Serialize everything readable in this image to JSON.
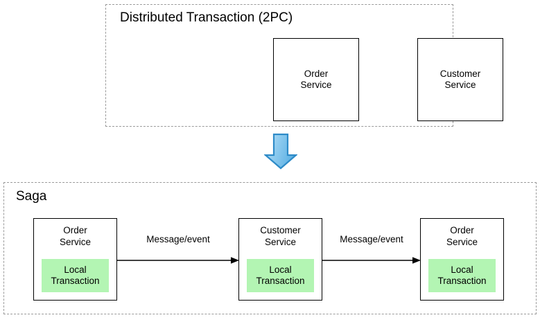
{
  "diagram": {
    "title_2pc": "Distributed Transaction (2PC)",
    "title_saga": "Saga",
    "colors": {
      "local_transaction_fill": "#b3f5b3",
      "arrow_blue_light": "#a8d8f5",
      "arrow_blue_mid": "#6cb8e8",
      "arrow_blue_border": "#2e8bc8",
      "box_border": "#000000",
      "group_border": "#9a9a9a",
      "background": "#ffffff"
    },
    "groups": [
      {
        "name": "distributed-transaction-2pc",
        "label": "Distributed Transaction (2PC)",
        "services": [
          {
            "name": "order-service",
            "label": "Order\nService"
          },
          {
            "name": "customer-service",
            "label": "Customer\nService"
          }
        ]
      },
      {
        "name": "saga",
        "label": "Saga",
        "services": [
          {
            "name": "order-service",
            "label": "Order\nService",
            "local_transaction": "Local\nTransaction"
          },
          {
            "name": "customer-service",
            "label": "Customer\nService",
            "local_transaction": "Local\nTransaction"
          },
          {
            "name": "order-service",
            "label": "Order\nService",
            "local_transaction": "Local\nTransaction"
          }
        ],
        "flows": [
          {
            "name": "flow-1",
            "label": "Message/event"
          },
          {
            "name": "flow-2",
            "label": "Message/event"
          }
        ]
      }
    ],
    "transition": {
      "name": "down-arrow",
      "icon": "arrow-down-icon",
      "direction": "down"
    }
  }
}
